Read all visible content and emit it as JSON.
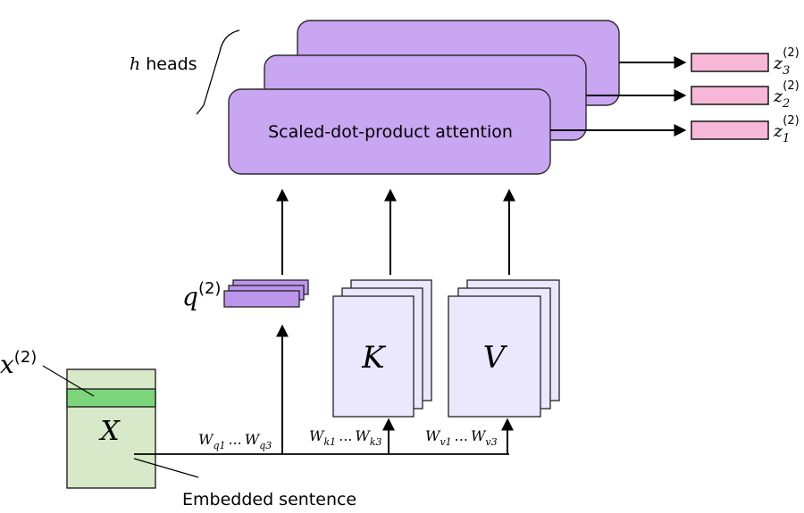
{
  "heads": {
    "h": "h",
    "label": "heads"
  },
  "attention": {
    "label": "Scaled-dot-product attention"
  },
  "outputs": [
    {
      "base": "z",
      "sub": "3",
      "sup": "(2)"
    },
    {
      "base": "z",
      "sub": "2",
      "sup": "(2)"
    },
    {
      "base": "z",
      "sub": "1",
      "sup": "(2)"
    }
  ],
  "query": {
    "base": "q",
    "sup": "(2)"
  },
  "keys": {
    "label": "K"
  },
  "values": {
    "label": "V"
  },
  "input_row": {
    "base": "x",
    "sup": "(2)"
  },
  "matrix": {
    "label": "X"
  },
  "embedded": {
    "label": "Embedded sentence"
  },
  "weights": {
    "q": {
      "a": "W",
      "a_sub": "q1",
      "dots": "...",
      "b": "W",
      "b_sub": "q3"
    },
    "k": {
      "a": "W",
      "a_sub": "k1",
      "dots": "...",
      "b": "W",
      "b_sub": "k3"
    },
    "v": {
      "a": "W",
      "a_sub": "v1",
      "dots": "...",
      "b": "W",
      "b_sub": "v3"
    }
  },
  "colors": {
    "head_fill": "#c9a6f2",
    "z_fill": "#f7b8d8",
    "q_fill": "#bc95ec",
    "kv_fill": "#ebe7fd",
    "x_fill": "#d7e9c8",
    "x_row": "#7dd57a"
  }
}
